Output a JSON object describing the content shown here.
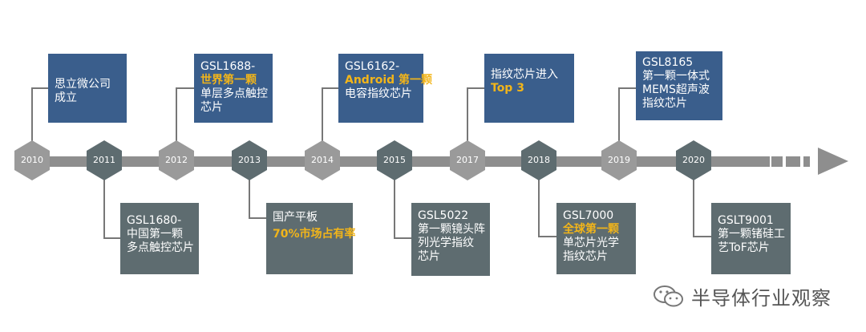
{
  "milestones": [
    {
      "year": "2010",
      "text": [
        "思立微公司",
        "成立"
      ]
    },
    {
      "year": "2011",
      "text": [
        "GSL1680-",
        "中国第一颗",
        "多点触控芯片"
      ]
    },
    {
      "year": "2012",
      "text": [
        "GSL1688-",
        "世界第一颗",
        "单层多点触控",
        "芯片"
      ],
      "highlight": "世界第一颗"
    },
    {
      "year": "2013",
      "text": [
        "国产平板",
        "70%市场占有率"
      ],
      "highlight": "70%市场占有率"
    },
    {
      "year": "2014",
      "text": [
        "GSL6162-",
        "Android 第一颗",
        "电容指纹芯片"
      ],
      "highlight": "Android 第一颗"
    },
    {
      "year": "2015",
      "text": [
        "GSL5022",
        "第一颗镜头阵",
        "列光学指纹",
        "芯片"
      ]
    },
    {
      "year": "2017",
      "text": [
        "指纹芯片进入",
        "Top 3"
      ],
      "highlight": "Top 3"
    },
    {
      "year": "2018",
      "text": [
        "GSL7000",
        "全球第一颗",
        "单芯片光学",
        "指纹芯片"
      ],
      "highlight": "全球第一颗"
    },
    {
      "year": "2019",
      "text": [
        "GSL8165",
        "第一颗一体式",
        "MEMS超声波",
        "指纹芯片"
      ]
    },
    {
      "year": "2020",
      "text": [
        "GSLT9001",
        "第一颗锗硅工",
        "艺ToF芯片"
      ]
    }
  ],
  "watermark": {
    "text": "半导体行业观察",
    "icon": "wechat-icon"
  },
  "colors": {
    "blue_box": "#3a5e8c",
    "gray_box": "#5e6c70",
    "highlight": "#f2b51a",
    "timeline": "#8e8e8e",
    "node_light": "#9a9a9a",
    "node_dark": "#5e6c70"
  }
}
